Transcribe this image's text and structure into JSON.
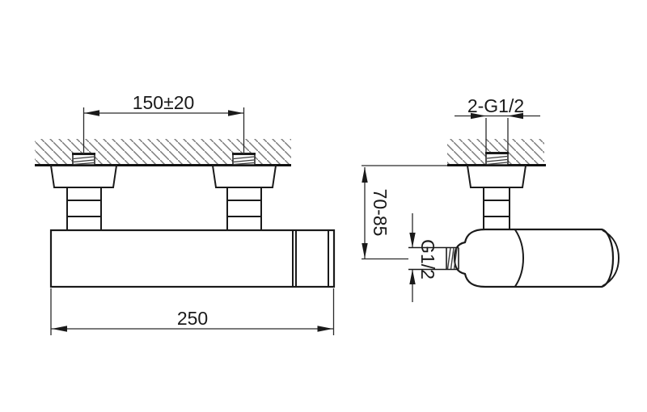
{
  "drawing": {
    "front_view": {
      "dim_mounting_centers": "150±20",
      "dim_body_length": "250"
    },
    "side_view": {
      "dim_inlet_threads": "2-G1/2",
      "dim_wall_offset": "70-85",
      "dim_outlet_thread": "G1/2"
    },
    "colors": {
      "background": "#ffffff",
      "outline": "#1a1a1a",
      "hatch": "#7b7b7b",
      "dimension_line": "#2a2a2a"
    }
  }
}
